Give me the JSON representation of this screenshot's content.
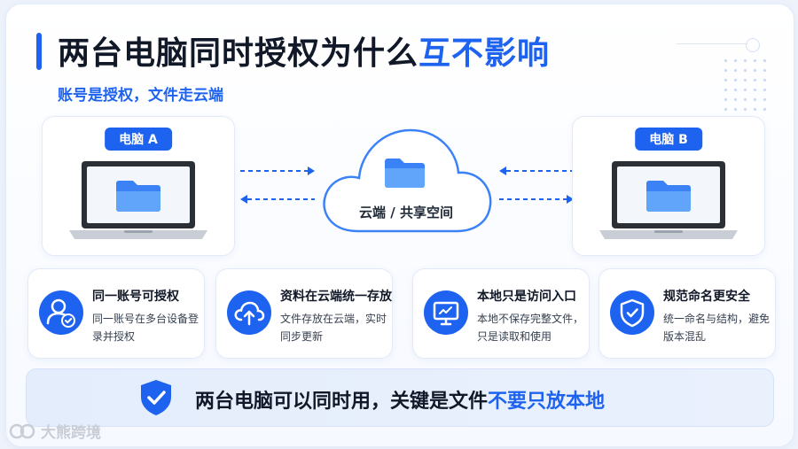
{
  "header": {
    "title_main": "两台电脑同时授权为什么",
    "title_highlight": "互不影响",
    "subtitle": "账号是授权，文件走云端"
  },
  "computers": {
    "a_label": "电脑 A",
    "b_label": "电脑 B"
  },
  "cloud": {
    "label": "云端 / 共享空间"
  },
  "features": [
    {
      "title": "同一账号可授权",
      "desc": "同一账号在多台设备登录并授权",
      "icon": "user-check-icon"
    },
    {
      "title": "资料在云端统一存放",
      "desc": "文件存放在云端，实时同步更新",
      "icon": "cloud-upload-icon"
    },
    {
      "title": "本地只是访问入口",
      "desc": "本地不保存完整文件，只是读取和使用",
      "icon": "monitor-icon"
    },
    {
      "title": "规范命名更安全",
      "desc": "统一命名与结构，避免版本混乱",
      "icon": "shield-check-icon"
    }
  ],
  "banner": {
    "text_main": "两台电脑可以同时用，关键是文件",
    "text_highlight": "不要只放本地"
  },
  "watermark": {
    "text": "大熊跨境"
  },
  "colors": {
    "accent": "#1e63f0",
    "text": "#111827",
    "card_bg": "#ffffff",
    "banner_bg": "#e4edfc"
  }
}
